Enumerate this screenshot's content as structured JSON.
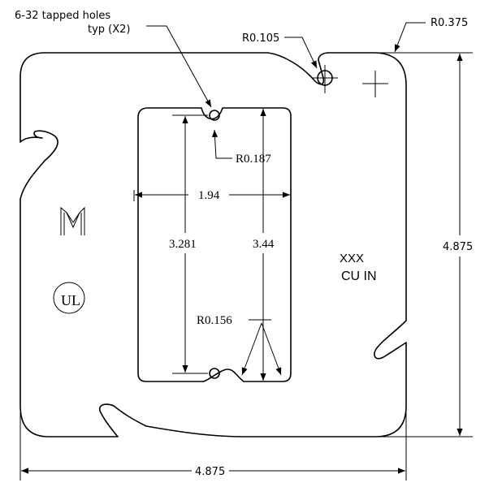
{
  "callouts": {
    "tapped_holes_line1": "6-32 tapped holes",
    "tapped_holes_line2": "typ (X2)",
    "r_0105": "R0.105",
    "r_0375": "R0.375",
    "r_0187": "R0.187",
    "r_0156": "R0.156"
  },
  "dimensions": {
    "opening_width": "1.94",
    "hole_spacing": "3.281",
    "opening_height": "3.44",
    "overall_height": "4.875",
    "overall_width": "4.875"
  },
  "markings": {
    "manufacturer_logo": "M",
    "ul_mark": "UL",
    "volume_placeholder": "XXX",
    "volume_unit": "CU  IN"
  }
}
